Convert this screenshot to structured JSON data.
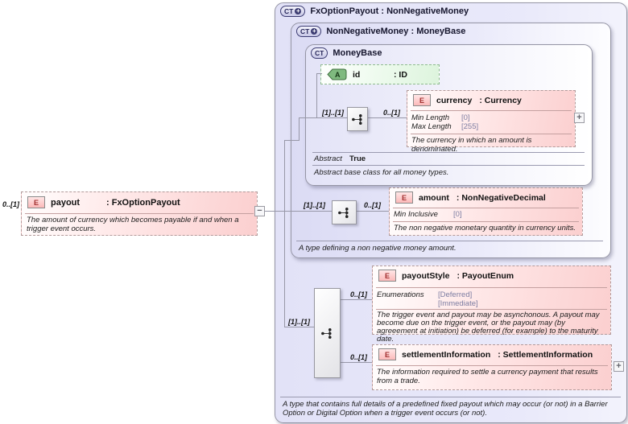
{
  "payout_element": {
    "cardinality": "0..[1]",
    "badge": "E",
    "name": "payout",
    "type": ": FxOptionPayout",
    "annotation": "The amount of currency which becomes payable if and when a trigger event occurs.",
    "collapse_glyph": "−"
  },
  "fx_option_payout_container": {
    "badge": "CT",
    "badge_plus": "+",
    "title": "FxOptionPayout : NonNegativeMoney",
    "annotation": "A type that contains full details of a predefined fixed payout which may occur (or not) in a Barrier Option or Digital Option when a trigger event occurs (or not)."
  },
  "non_negative_money_container": {
    "badge": "CT",
    "badge_plus": "+",
    "title": "NonNegativeMoney : MoneyBase",
    "annotation": "A type defining a non negative money amount."
  },
  "money_base_container": {
    "badge": "CT",
    "title": "MoneyBase",
    "abstract_facet": {
      "name": "Abstract",
      "value": "True"
    },
    "annotation": "Abstract base class for all money types.",
    "id_attribute": {
      "badge": "A",
      "name": "id",
      "type": ": ID"
    },
    "sequence": {
      "left_cardinality": "[1]..[1]",
      "right_cardinality": "0..[1]"
    },
    "currency_element": {
      "badge": "E",
      "name": "currency",
      "type": ": Currency",
      "facets": [
        {
          "name": "Min Length",
          "value": "[0]"
        },
        {
          "name": "Max Length",
          "value": "[255]"
        }
      ],
      "annotation": "The currency in which an amount is denominated.",
      "expand_glyph": "+"
    }
  },
  "amount_sequence": {
    "left_cardinality": "[1]..[1]",
    "right_cardinality": "0..[1]"
  },
  "amount_element": {
    "badge": "E",
    "name": "amount",
    "type": ": NonNegativeDecimal",
    "facets": [
      {
        "name": "Min Inclusive",
        "value": "[0]"
      }
    ],
    "annotation": "The non negative monetary quantity in currency units."
  },
  "extension_sequence": {
    "left_cardinality": "[1]..[1]",
    "payout_style_cardinality": "0..[1]",
    "settlement_cardinality": "0..[1]"
  },
  "payout_style_element": {
    "badge": "E",
    "name": "payoutStyle",
    "type": ": PayoutEnum",
    "enumerations_facet": {
      "name": "Enumerations",
      "values": [
        "[Deferred]",
        "[Immediate]"
      ]
    },
    "annotation": "The trigger event and payout may be asynchonous. A payout may become due on the trigger event, or the payout may (by agreeement at initiation) be deferred (for example) to the maturity date."
  },
  "settlement_information_element": {
    "badge": "E",
    "name": "settlementInformation",
    "type": ": SettlementInformation",
    "annotation": "The information required to settle a currency payment that results from a trade.",
    "expand_glyph": "+"
  }
}
